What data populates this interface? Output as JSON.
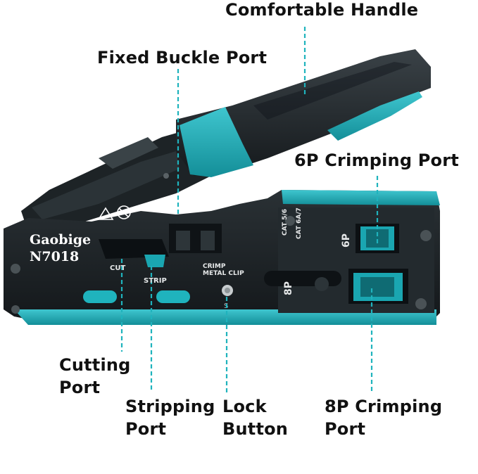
{
  "labels": {
    "comfortable_handle": "Comfortable Handle",
    "fixed_buckle_port": "Fixed Buckle Port",
    "six_p_crimping_port": "6P Crimping Port",
    "cutting_port": [
      "Cutting",
      "Port"
    ],
    "stripping_port": [
      "Stripping",
      "Port"
    ],
    "lock_button": [
      "Lock",
      "Button"
    ],
    "eight_p_crimping_port": [
      "8P Crimping",
      "Port"
    ]
  },
  "tool_markings": {
    "brand": "Gaobige",
    "model": "N7018",
    "cut": "CUT",
    "strip": "STRIP",
    "crimp_metal_clip": [
      "CRIMP",
      "METAL CLIP"
    ],
    "cat_5_6": "CAT 5/6",
    "cat_6a_7": "CAT 6A/7",
    "port_6p": "6P",
    "port_8p": "8P"
  },
  "colors": {
    "tool_body": "#1b2125",
    "accent_teal": "#20a9b3",
    "leader_line": "#1fb3bd",
    "label_text": "#111111"
  }
}
